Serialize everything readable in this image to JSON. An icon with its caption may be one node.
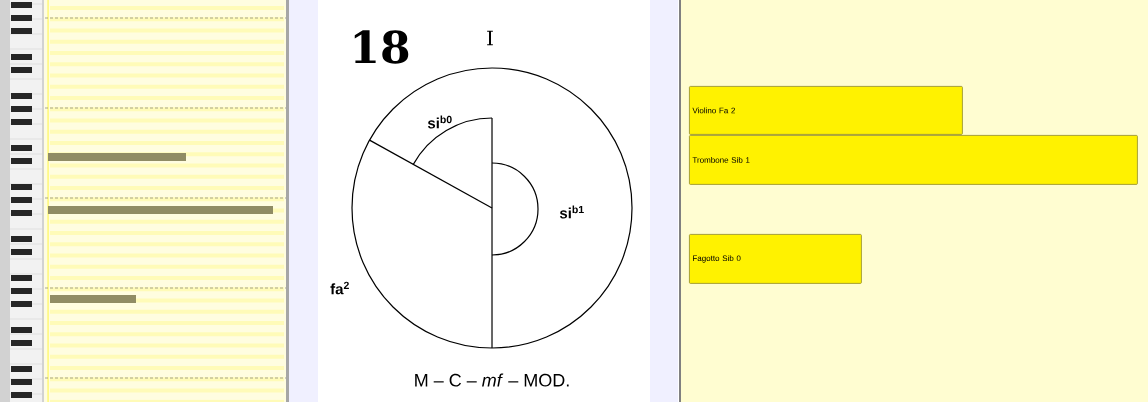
{
  "diagram": {
    "nodes": [
      {
        "text": [
          "Violino Fa 2"
        ]
      },
      {
        "text": [
          "Trombone Sib 1"
        ]
      },
      {
        "text": [
          "Fagotto Sib 0"
        ]
      }
    ],
    "labels": [
      "18",
      "I",
      "si$^{b0}$",
      "si$^{b1}$",
      "fa$^{2}$",
      "M – C – *mf* – MOD."
    ]
  }
}
